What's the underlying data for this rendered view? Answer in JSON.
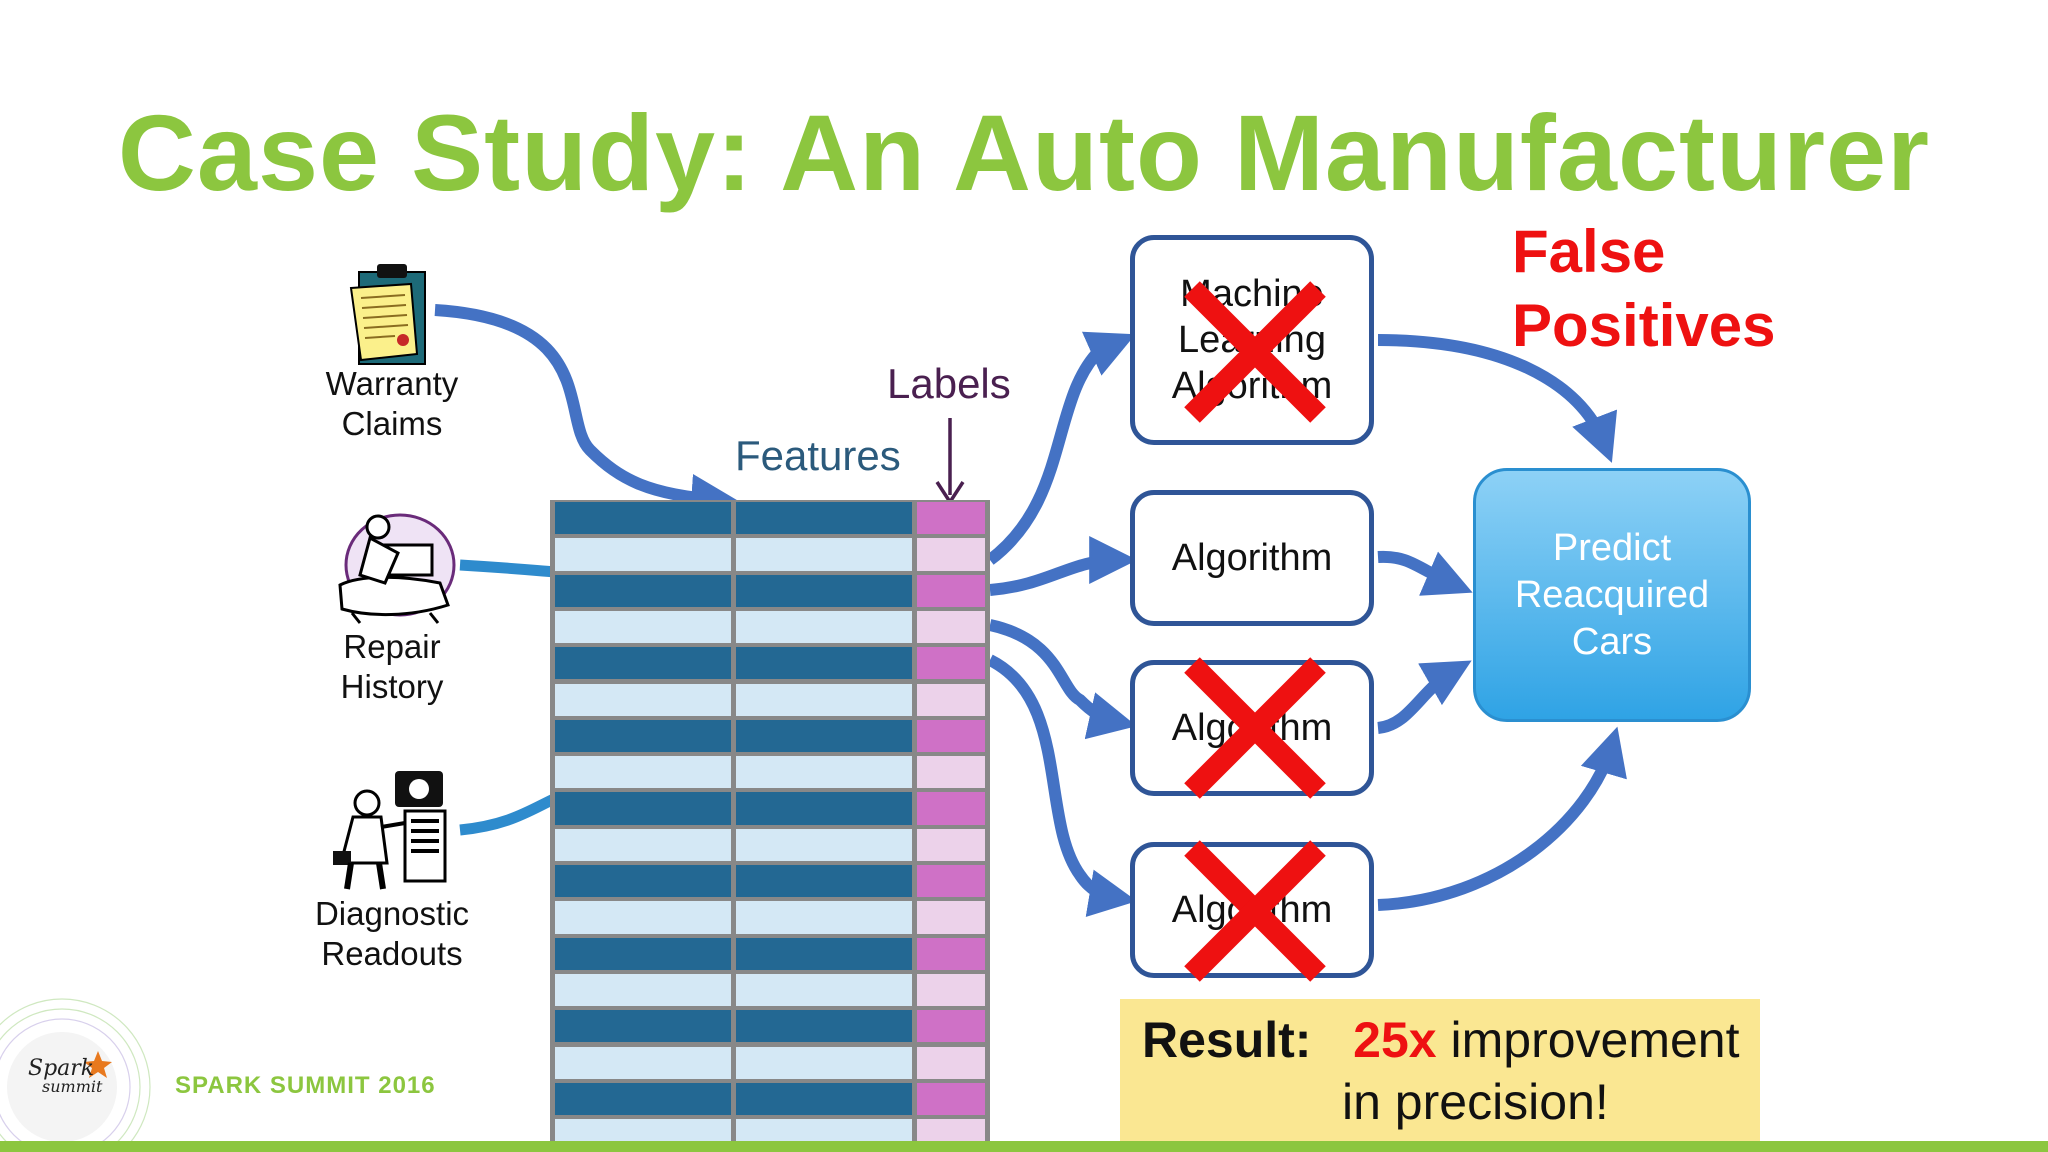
{
  "slide": {
    "title": "Case Study: An Auto Manufacturer"
  },
  "sources": [
    {
      "label_line1": "Warranty",
      "label_line2": "Claims",
      "icon": "clipboard-icon"
    },
    {
      "label_line1": "Repair",
      "label_line2": "History",
      "icon": "mechanic-icon"
    },
    {
      "label_line1": "Diagnostic",
      "label_line2": "Readouts",
      "icon": "technician-icon"
    }
  ],
  "table": {
    "features_label": "Features",
    "labels_label": "Labels",
    "row_count": 18,
    "colors": {
      "dark": "#236893",
      "light": "#d4e8f5",
      "label_dark": "#cf71c6",
      "label_light": "#ecd2ea",
      "border": "#888888"
    }
  },
  "algorithms": [
    {
      "line1": "Machine",
      "line2": "Learning",
      "line3": "Algorithm",
      "crossed": true
    },
    {
      "line1": "Algorithm",
      "crossed": false
    },
    {
      "line1": "Algorithm",
      "crossed": true
    },
    {
      "line1": "Algorithm",
      "crossed": true
    }
  ],
  "false_positives": {
    "line1": "False",
    "line2": "Positives"
  },
  "predict": {
    "line1": "Predict",
    "line2": "Reacquired",
    "line3": "Cars"
  },
  "result": {
    "prefix": "Result:",
    "highlight": "25x",
    "rest": "improvement",
    "line2": "in precision!"
  },
  "footer": {
    "event": "SPARK SUMMIT 2016",
    "logo_top": "Spark",
    "logo_bottom": "summit"
  },
  "colors": {
    "title": "#8cc63f",
    "arrow": "#4472c4",
    "cross": "#ee1111",
    "accent_red": "#ee1111",
    "features": "#2b5a7c",
    "labels": "#4a2050"
  }
}
